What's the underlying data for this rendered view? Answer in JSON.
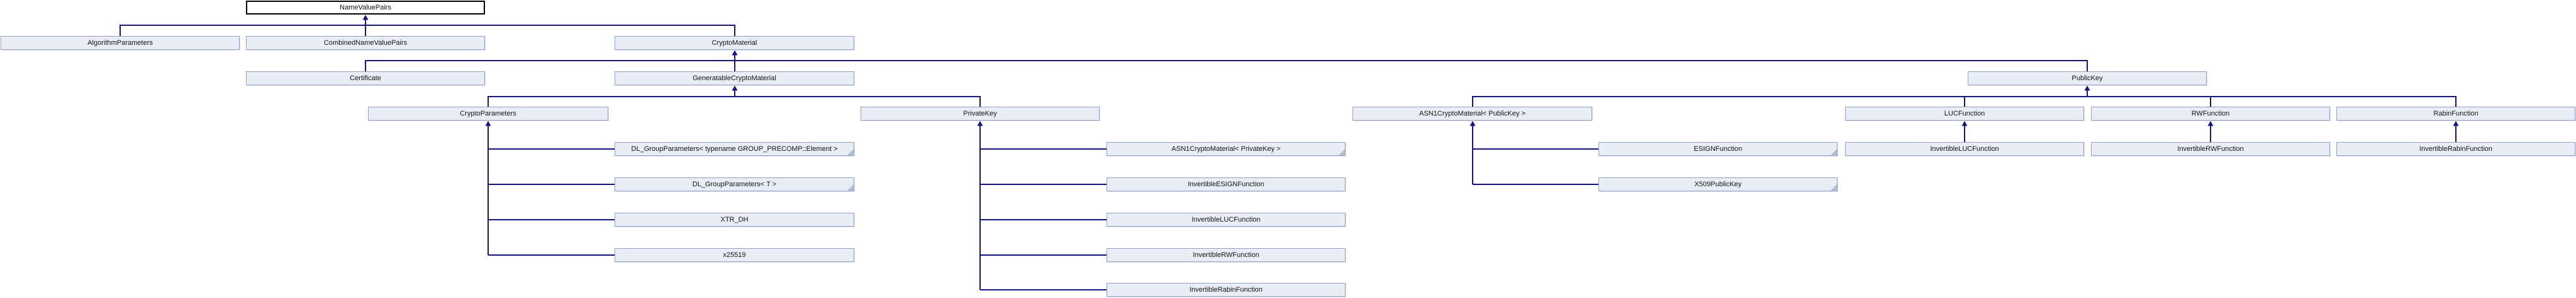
{
  "diagram": {
    "kind": "class-inheritance-graph",
    "root": "NameValuePairs",
    "colors": {
      "background": "#ffffff",
      "node_fill": "#e9edf6",
      "node_border": "#95a2c4",
      "root_fill": "#ffffff",
      "root_border": "#000000",
      "edge": "#14147b",
      "text": "#131313",
      "fold_marker": "#b3bdd6"
    },
    "nodes": {
      "name_value_pairs": "NameValuePairs",
      "algorithm_parameters": "AlgorithmParameters",
      "combined_name_value_pairs": "CombinedNameValuePairs",
      "crypto_material": "CryptoMaterial",
      "certificate": "Certificate",
      "generatable_crypto_material": "GeneratableCryptoMaterial",
      "public_key": "PublicKey",
      "crypto_parameters": "CryptoParameters",
      "private_key": "PrivateKey",
      "asn1_crypto_material_public_key": "ASN1CryptoMaterial< PublicKey >",
      "luc_function": "LUCFunction",
      "rw_function": "RWFunction",
      "rabin_function": "RabinFunction",
      "dl_group_parameters_precomp": "DL_GroupParameters< typename GROUP_PRECOMP::Element >",
      "dl_group_parameters_t": "DL_GroupParameters< T >",
      "xtr_dh": "XTR_DH",
      "x25519": "x25519",
      "asn1_crypto_material_private_key": "ASN1CryptoMaterial< PrivateKey >",
      "invertible_esign_function": "InvertibleESIGNFunction",
      "invertible_luc_function": "InvertibleLUCFunction",
      "invertible_rw_function": "InvertibleRWFunction",
      "invertible_rabin_function": "InvertibleRabinFunction",
      "esign_function": "ESIGNFunction",
      "x509_public_key": "X509PublicKey"
    },
    "edges": [
      {
        "child": "AlgorithmParameters",
        "parent": "NameValuePairs"
      },
      {
        "child": "CombinedNameValuePairs",
        "parent": "NameValuePairs"
      },
      {
        "child": "CryptoMaterial",
        "parent": "NameValuePairs"
      },
      {
        "child": "Certificate",
        "parent": "CryptoMaterial"
      },
      {
        "child": "GeneratableCryptoMaterial",
        "parent": "CryptoMaterial"
      },
      {
        "child": "PublicKey",
        "parent": "CryptoMaterial"
      },
      {
        "child": "CryptoParameters",
        "parent": "GeneratableCryptoMaterial"
      },
      {
        "child": "PrivateKey",
        "parent": "GeneratableCryptoMaterial"
      },
      {
        "child": "DL_GroupParameters< typename GROUP_PRECOMP::Element >",
        "parent": "CryptoParameters"
      },
      {
        "child": "DL_GroupParameters< T >",
        "parent": "CryptoParameters"
      },
      {
        "child": "XTR_DH",
        "parent": "CryptoParameters"
      },
      {
        "child": "x25519",
        "parent": "CryptoParameters"
      },
      {
        "child": "ASN1CryptoMaterial< PrivateKey >",
        "parent": "PrivateKey"
      },
      {
        "child": "InvertibleESIGNFunction",
        "parent": "PrivateKey"
      },
      {
        "child": "InvertibleLUCFunction",
        "parent": "PrivateKey"
      },
      {
        "child": "InvertibleRWFunction",
        "parent": "PrivateKey"
      },
      {
        "child": "InvertibleRabinFunction",
        "parent": "PrivateKey"
      },
      {
        "child": "ASN1CryptoMaterial< PublicKey >",
        "parent": "PublicKey"
      },
      {
        "child": "LUCFunction",
        "parent": "PublicKey"
      },
      {
        "child": "RWFunction",
        "parent": "PublicKey"
      },
      {
        "child": "RabinFunction",
        "parent": "PublicKey"
      },
      {
        "child": "ESIGNFunction",
        "parent": "ASN1CryptoMaterial< PublicKey >"
      },
      {
        "child": "X509PublicKey",
        "parent": "ASN1CryptoMaterial< PublicKey >"
      },
      {
        "child": "InvertibleLUCFunction",
        "parent": "LUCFunction"
      },
      {
        "child": "InvertibleRWFunction",
        "parent": "RWFunction"
      },
      {
        "child": "InvertibleRabinFunction",
        "parent": "RabinFunction"
      }
    ],
    "truncated_nodes": [
      "DL_GroupParameters< typename GROUP_PRECOMP::Element >",
      "DL_GroupParameters< T >",
      "ASN1CryptoMaterial< PrivateKey >",
      "ESIGNFunction",
      "X509PublicKey"
    ]
  }
}
